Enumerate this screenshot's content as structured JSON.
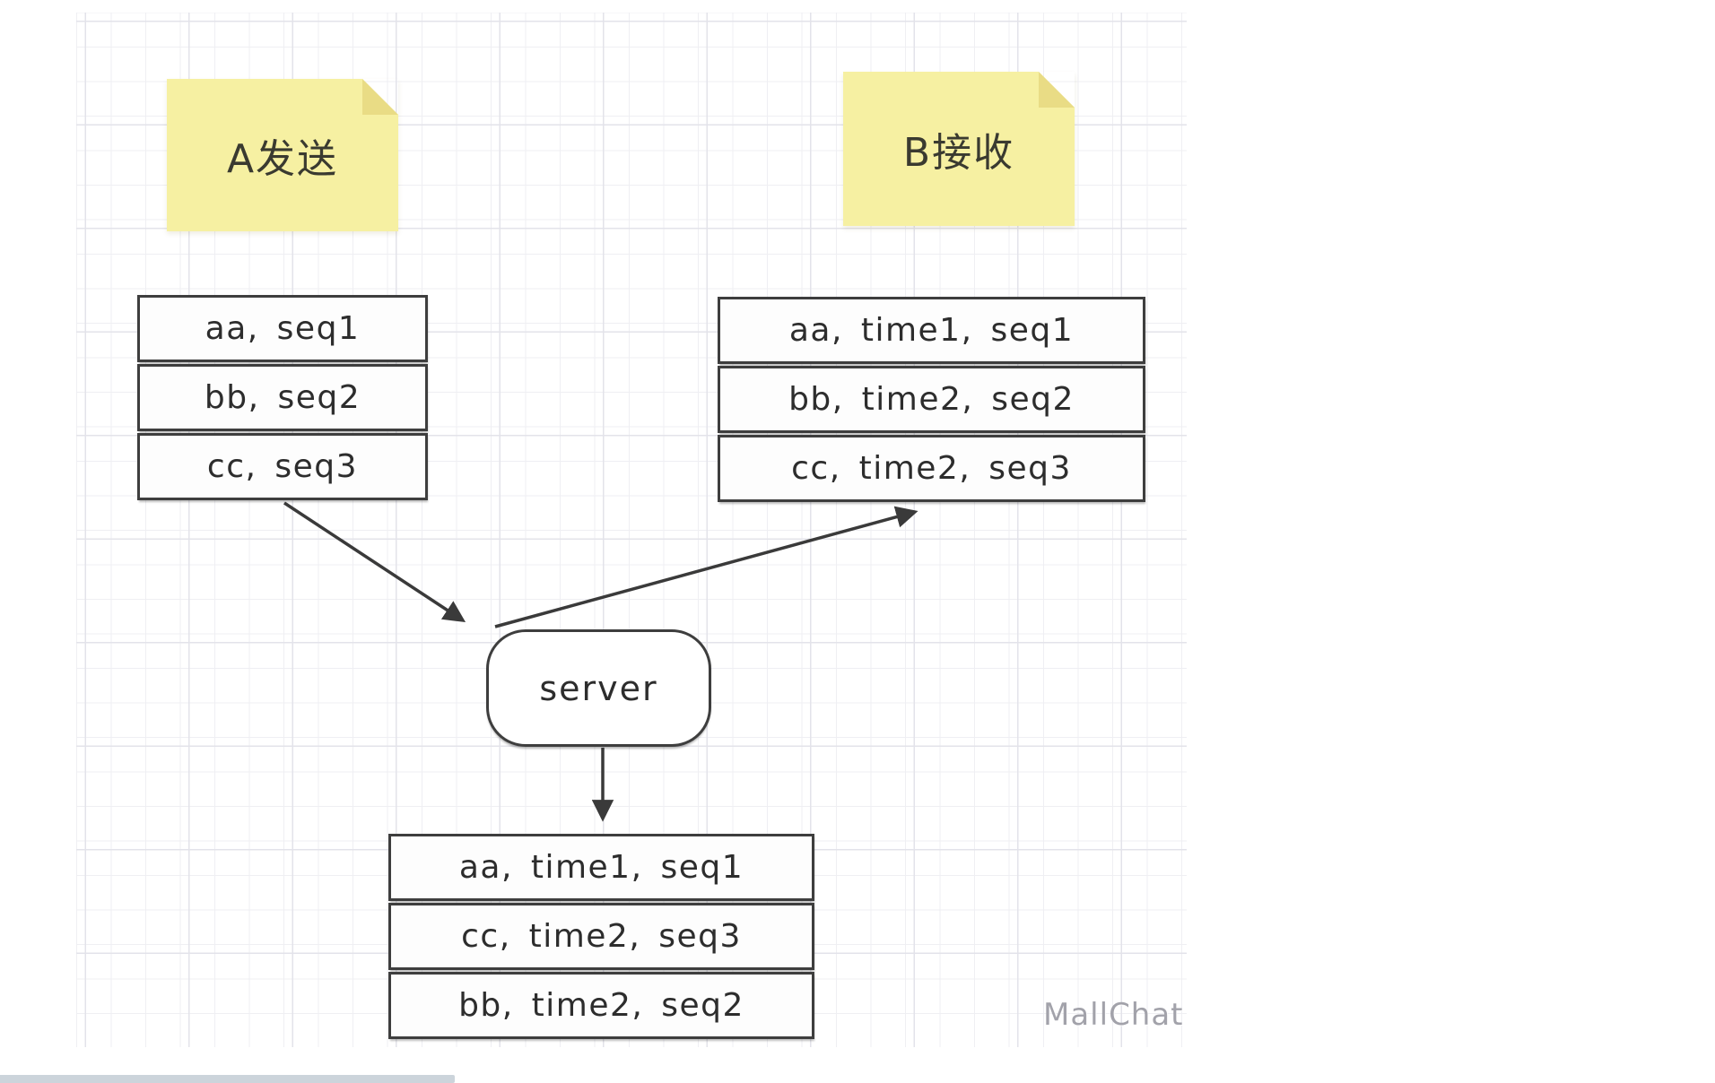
{
  "diagram": {
    "note_a": {
      "label": "A发送"
    },
    "note_b": {
      "label": "B接收"
    },
    "sender_table": {
      "rows": [
        "aa, seq1",
        "bb, seq2",
        "cc, seq3"
      ]
    },
    "receiver_table": {
      "rows": [
        "aa, time1, seq1",
        "bb, time2, seq2",
        "cc, time2, seq3"
      ]
    },
    "server_node": {
      "label": "server"
    },
    "merged_table": {
      "rows": [
        "aa, time1, seq1",
        "cc, time2, seq3",
        "bb, time2, seq2"
      ]
    },
    "watermark": "MallChat",
    "colors": {
      "note_fill": "#f6f0a2",
      "note_fold": "#e9dc85",
      "stroke": "#3e3e3e",
      "grid_minor": "#efeff3",
      "grid_major": "#e3e3ea",
      "watermark_text": "#a2a2aa",
      "bottom_bar": "#ccd4db"
    }
  }
}
